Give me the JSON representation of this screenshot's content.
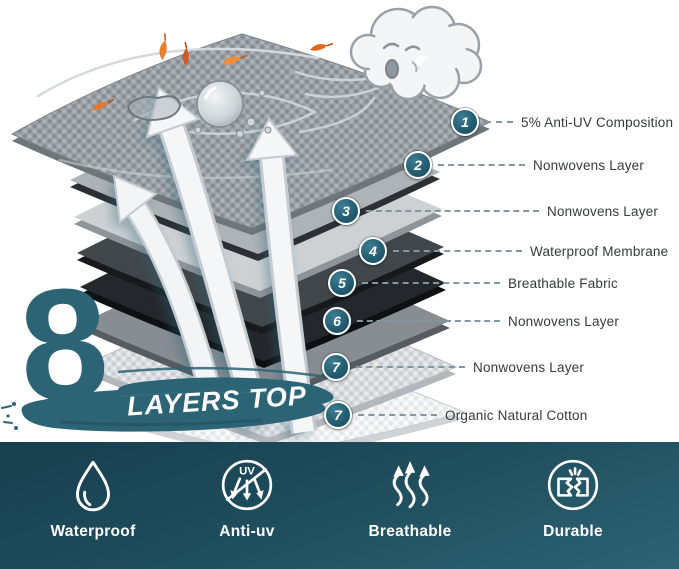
{
  "headline": {
    "number": "8",
    "text": "LAYERS TOP"
  },
  "callouts": [
    {
      "num": "1",
      "label": "5% Anti-UV Composition"
    },
    {
      "num": "2",
      "label": "Nonwovens Layer"
    },
    {
      "num": "3",
      "label": "Nonwovens Layer"
    },
    {
      "num": "4",
      "label": "Waterproof Membrane"
    },
    {
      "num": "5",
      "label": "Breathable Fabric"
    },
    {
      "num": "6",
      "label": "Nonwovens Layer"
    },
    {
      "num": "7",
      "label": "Nonwovens Layer"
    },
    {
      "num": "7",
      "label": "Organic Natural Cotton"
    }
  ],
  "features": [
    {
      "label": "Waterproof",
      "icon": "water-drop-icon"
    },
    {
      "label": "Anti-uv",
      "icon": "no-uv-icon"
    },
    {
      "label": "Breathable",
      "icon": "airflow-arrows-icon"
    },
    {
      "label": "Durable",
      "icon": "tear-resistant-icon"
    }
  ],
  "colors": {
    "accent_teal": "#2c6476",
    "badge_teal": "#1d5468",
    "dash_gray": "#82979f",
    "label_text": "#37393c",
    "leaf_orange": "#e8772e",
    "footer_gradient_start": "#173f4e",
    "footer_gradient_end": "#2d6374"
  }
}
